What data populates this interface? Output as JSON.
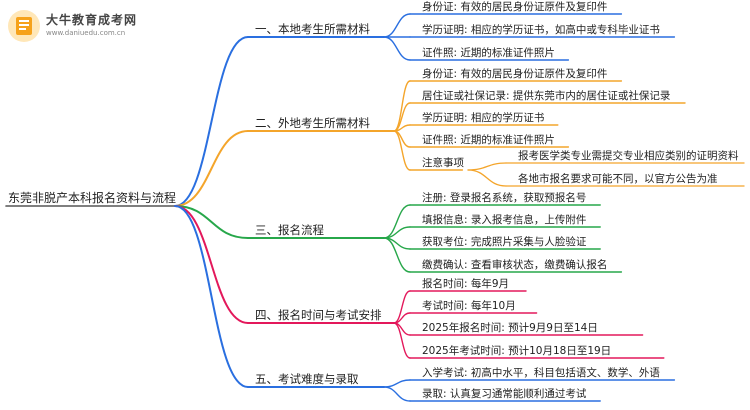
{
  "watermark": {
    "name": "大牛教育成考网",
    "url": "www.daniuedu.com.cn"
  },
  "root": "东莞非脱产本科报名资料与流程",
  "colors": {
    "branches": [
      "#2a6fe0",
      "#f4a52b",
      "#27a74a",
      "#e3185b",
      "#2a6fe0"
    ],
    "sub_note": "#f4a52b"
  },
  "branches": [
    {
      "title": "一、本地考生所需材料",
      "items": [
        "身份证: 有效的居民身份证原件及复印件",
        "学历证明: 相应的学历证书，如高中或专科毕业证书",
        "证件照: 近期的标准证件照片"
      ]
    },
    {
      "title": "二、外地考生所需材料",
      "items": [
        "身份证: 有效的居民身份证原件及复印件",
        "居住证或社保记录: 提供东莞市内的居住证或社保记录",
        "学历证明: 相应的学历证书",
        "证件照: 近期的标准证件照片",
        "注意事项"
      ],
      "note_items": [
        "报考医学类专业需提交专业相应类别的证明资料",
        "各地市报名要求可能不同，以官方公告为准"
      ]
    },
    {
      "title": "三、报名流程",
      "items": [
        "注册: 登录报名系统，获取预报名号",
        "填报信息: 录入报考信息，上传附件",
        "获取考位: 完成照片采集与人脸验证",
        "缴费确认: 查看审核状态，缴费确认报名"
      ]
    },
    {
      "title": "四、报名时间与考试安排",
      "items": [
        "报名时间: 每年9月",
        "考试时间: 每年10月",
        "2025年报名时间: 预计9月9日至14日",
        "2025年考试时间: 预计10月18日至19日"
      ]
    },
    {
      "title": "五、考试难度与录取",
      "items": [
        "入学考试: 初高中水平，科目包括语文、数学、外语",
        "录取: 认真复习通常能顺利通过考试"
      ]
    }
  ]
}
